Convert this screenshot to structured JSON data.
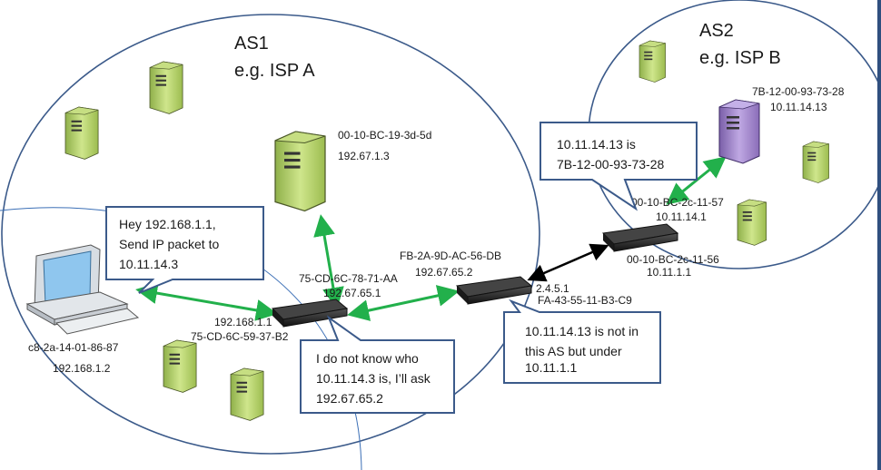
{
  "regions": {
    "as1": {
      "name": "AS1",
      "desc": "e.g. ISP A"
    },
    "as2": {
      "name": "AS2",
      "desc": "e.g. ISP B"
    }
  },
  "hosts": {
    "server_main": {
      "mac": "00-10-BC-19-3d-5d",
      "ip": "192.67.1.3"
    },
    "pc": {
      "mac": "c8-2a-14-01-86-87",
      "ip": "192.168.1.2"
    },
    "purple_server": {
      "mac": "7B-12-00-93-73-28",
      "ip": "10.11.14.13"
    }
  },
  "routers": {
    "r1": {
      "mac_top": "75-CD-6C-78-71-AA",
      "ip_top": "192.67.65.1",
      "ip_bottom": "192.168.1.1",
      "mac_bottom": "75-CD-6C-59-37-B2"
    },
    "r2": {
      "mac_top": "FB-2A-9D-AC-56-DB",
      "ip_top": "192.67.65.2",
      "ip_right": "2.4.5.1",
      "mac_right": "FA-43-55-11-B3-C9"
    },
    "r3": {
      "mac_top": "00-10-BC-2c-11-57",
      "ip_top": "10.11.14.1",
      "mac_bottom": "00-10-BC-2c-11-56",
      "ip_bottom": "10.11.1.1"
    }
  },
  "callouts": {
    "pc_msg": [
      "Hey 192.168.1.1,",
      "Send IP packet to",
      "10.11.14.3"
    ],
    "r1_msg": [
      "I do not know who",
      "10.11.14.3 is, I’ll ask",
      "192.67.65.2"
    ],
    "r2_msg": [
      "10.11.14.13 is not in",
      "this AS but under",
      "10.11.1.1"
    ],
    "r3_msg": [
      "10.11.14.13 is",
      "7B-12-00-93-73-28"
    ]
  },
  "colors": {
    "link": "#22b04b",
    "inter_as": "#000000",
    "callout_border": "#3b5a8a",
    "server_green": "#b5d46a",
    "server_purple": "#9b7fc7"
  }
}
